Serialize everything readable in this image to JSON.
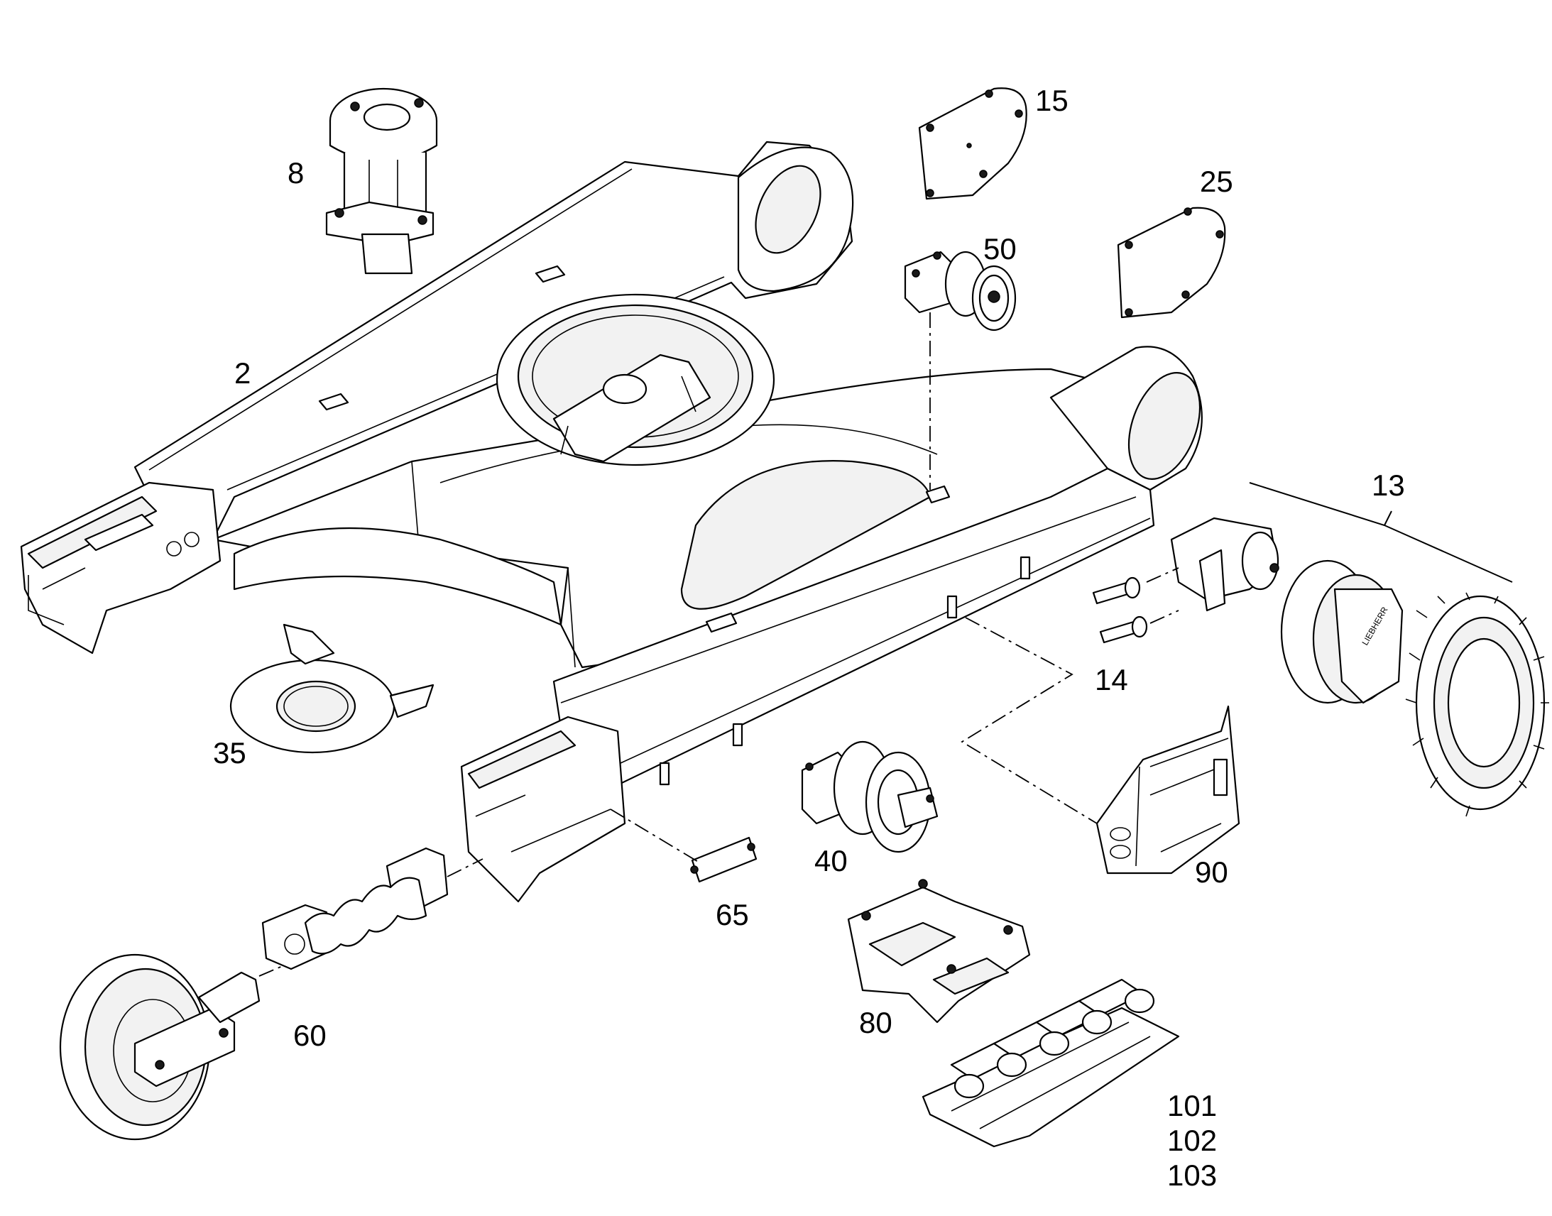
{
  "callouts": {
    "c2": "2",
    "c8": "8",
    "c13": "13",
    "c14": "14",
    "c15": "15",
    "c25": "25",
    "c35": "35",
    "c40": "40",
    "c50": "50",
    "c60": "60",
    "c65": "65",
    "c80": "80",
    "c90": "90",
    "c101": "101",
    "c102": "102",
    "c103": "103"
  },
  "drive_brand_marking": "LIEBHERR",
  "colors": {
    "line": "#000000",
    "background": "#ffffff"
  }
}
